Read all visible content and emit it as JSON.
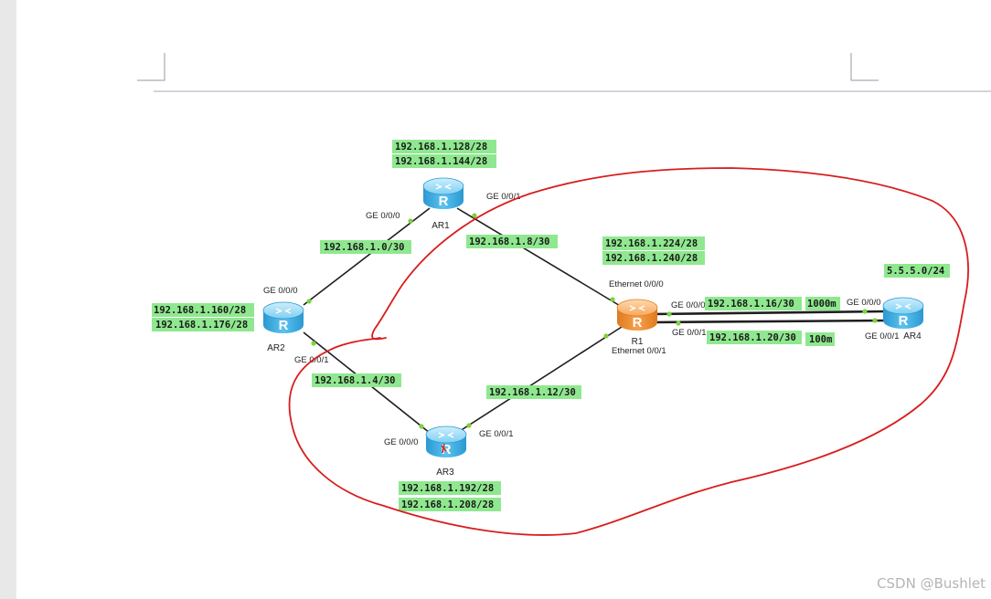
{
  "devices": {
    "ar1": "AR1",
    "ar2": "AR2",
    "ar3": "AR3",
    "ar4": "AR4",
    "r1": "R1"
  },
  "router_glyph": "R",
  "networks": {
    "ar1_lan1": "192.168.1.128/28",
    "ar1_lan2": "192.168.1.144/28",
    "ar2_lan1": "192.168.1.160/28",
    "ar2_lan2": "192.168.1.176/28",
    "ar3_lan1": "192.168.1.192/28",
    "ar3_lan2": "192.168.1.208/28",
    "r1_lan1": "192.168.1.224/28",
    "r1_lan2": "192.168.1.240/28",
    "ar4_lan": "5.5.5.0/24",
    "link_ar2_ar1": "192.168.1.0/30",
    "link_ar1_r1": "192.168.1.8/30",
    "link_ar2_ar3": "192.168.1.4/30",
    "link_ar3_r1": "192.168.1.12/30",
    "link_r1_ar4_a": "192.168.1.16/30",
    "link_r1_ar4_b": "192.168.1.20/30",
    "bw_a": "1000m",
    "bw_b": "100m"
  },
  "ports": {
    "ar1_g0": "GE 0/0/0",
    "ar1_g1": "GE 0/0/1",
    "ar2_g0": "GE 0/0/0",
    "ar2_g1": "GE 0/0/1",
    "ar3_g0": "GE 0/0/0",
    "ar3_g1": "GE 0/0/1",
    "r1_e0": "Ethernet 0/0/0",
    "r1_e1": "Ethernet 0/0/1",
    "r1_g0": "GE 0/0/0",
    "r1_g1": "GE 0/0/1",
    "ar4_g0": "GE 0/0/0",
    "ar4_g1": "GE 0/0/1"
  },
  "colors": {
    "label_bg": "#8fe88f",
    "router_blue": "#3fb0e6",
    "router_orange": "#f08a2c",
    "annotation_red": "#d81e1e",
    "link_dot": "#7cd33a"
  },
  "watermark": "CSDN @Bushlet"
}
